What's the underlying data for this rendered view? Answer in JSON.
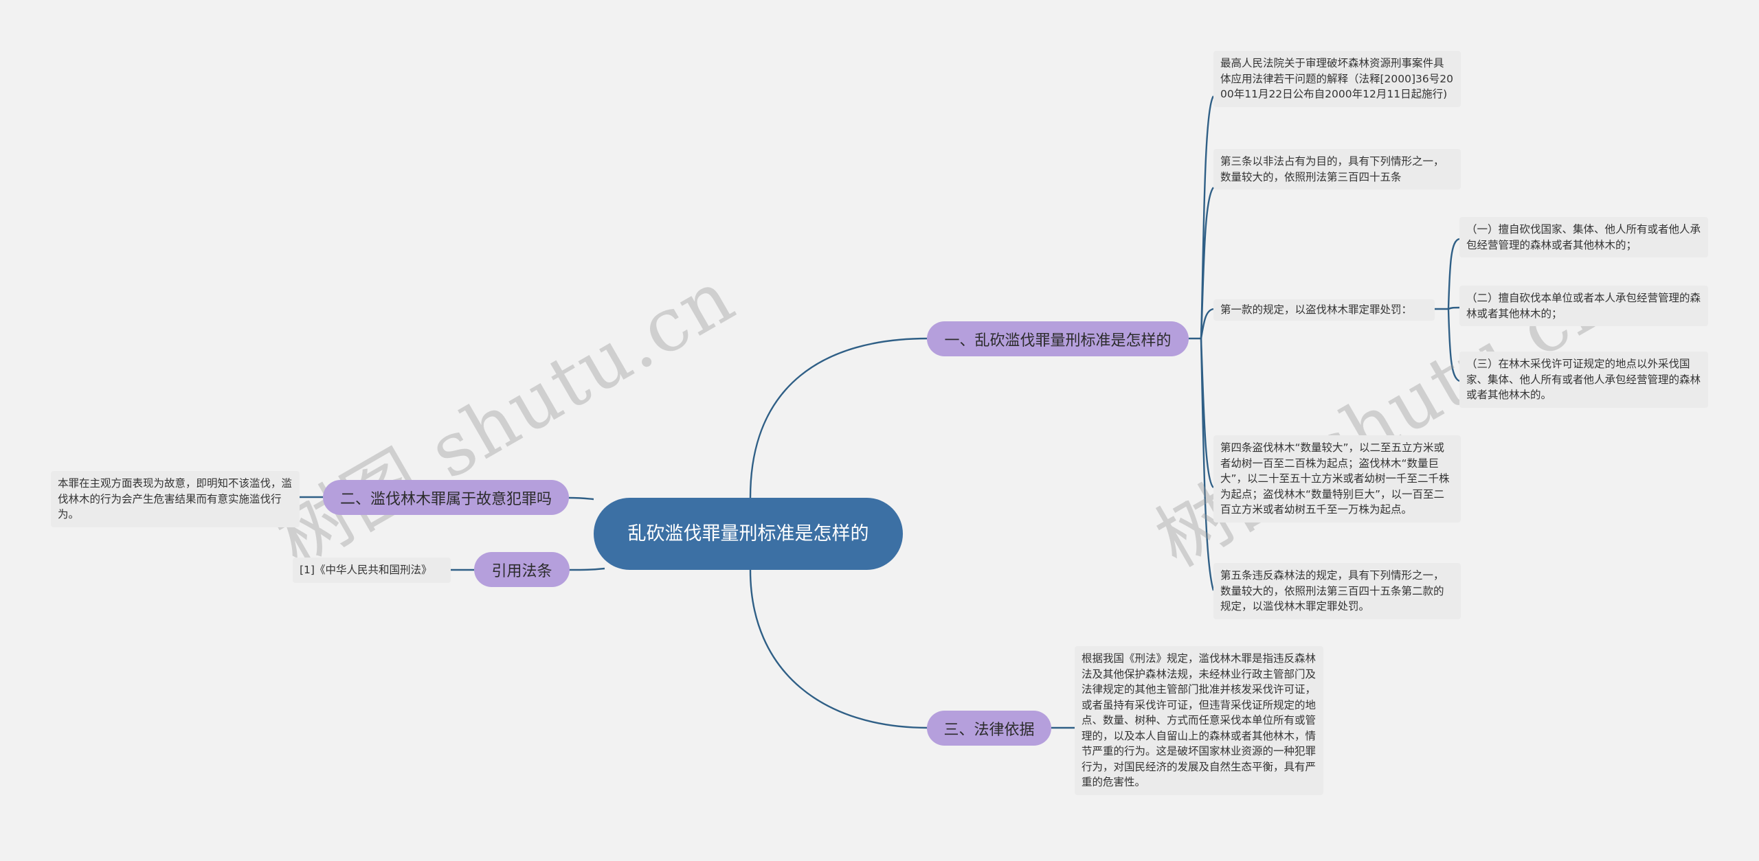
{
  "root": {
    "label": "乱砍滥伐罪量刑标准是怎样的"
  },
  "branches": {
    "b1": {
      "label": "一、乱砍滥伐罪量刑标准是怎样的"
    },
    "b2": {
      "label": "二、滥伐林木罪属于故意犯罪吗"
    },
    "b3": {
      "label": "引用法条"
    },
    "b4": {
      "label": "三、法律依据"
    }
  },
  "leaves": {
    "b1_interp": "最高人民法院关于审理破坏森林资源刑事案件具体应用法律若干问题的解释（法释[2000]36号2000年11月22日公布自2000年12月11日起施行)",
    "b1_art3": "第三条以非法占有为目的，具有下列情形之一，数量较大的，依照刑法第三百四十五条",
    "b1_clause1": "第一款的规定，以盗伐林木罪定罪处罚：",
    "b1_c1_1": "（一）擅自砍伐国家、集体、他人所有或者他人承包经营管理的森林或者其他林木的；",
    "b1_c1_2": "（二）擅自砍伐本单位或者本人承包经营管理的森林或者其他林木的；",
    "b1_c1_3": "（三）在林木采伐许可证规定的地点以外采伐国家、集体、他人所有或者他人承包经营管理的森林或者其他林木的。",
    "b1_art4": "第四条盗伐林木“数量较大”，以二至五立方米或者幼树一百至二百株为起点；盗伐林木“数量巨大”，以二十至五十立方米或者幼树一千至二千株为起点；盗伐林木“数量特别巨大”，以一百至二百立方米或者幼树五千至一万株为起点。",
    "b1_art5": "第五条违反森林法的规定，具有下列情形之一，数量较大的，依照刑法第三百四十五条第二款的规定，以滥伐林木罪定罪处罚。",
    "b2_text": "本罪在主观方面表现为故意，即明知不该滥伐，滥伐林木的行为会产生危害结果而有意实施滥伐行为。",
    "b3_text": "[1]《中华人民共和国刑法》",
    "b4_text": "根据我国《刑法》规定，滥伐林木罪是指违反森林法及其他保护森林法规，未经林业行政主管部门及法律规定的其他主管部门批准并核发采伐许可证，或者虽持有采伐许可证，但违背采伐证所规定的地点、数量、树种、方式而任意采伐本单位所有或管理的，以及本人自留山上的森林或者其他林木，情节严重的行为。这是破坏国家林业资源的一种犯罪行为，对国民经济的发展及自然生态平衡，具有严重的危害性。"
  },
  "watermark": {
    "text": "树图 shutu.cn"
  },
  "colors": {
    "root_fill": "#3c70a4",
    "branch_fill": "#b59fdc",
    "leaf_fill": "#ebebeb",
    "link_stroke": "#2f5f86",
    "background": "#f2f2f2"
  }
}
